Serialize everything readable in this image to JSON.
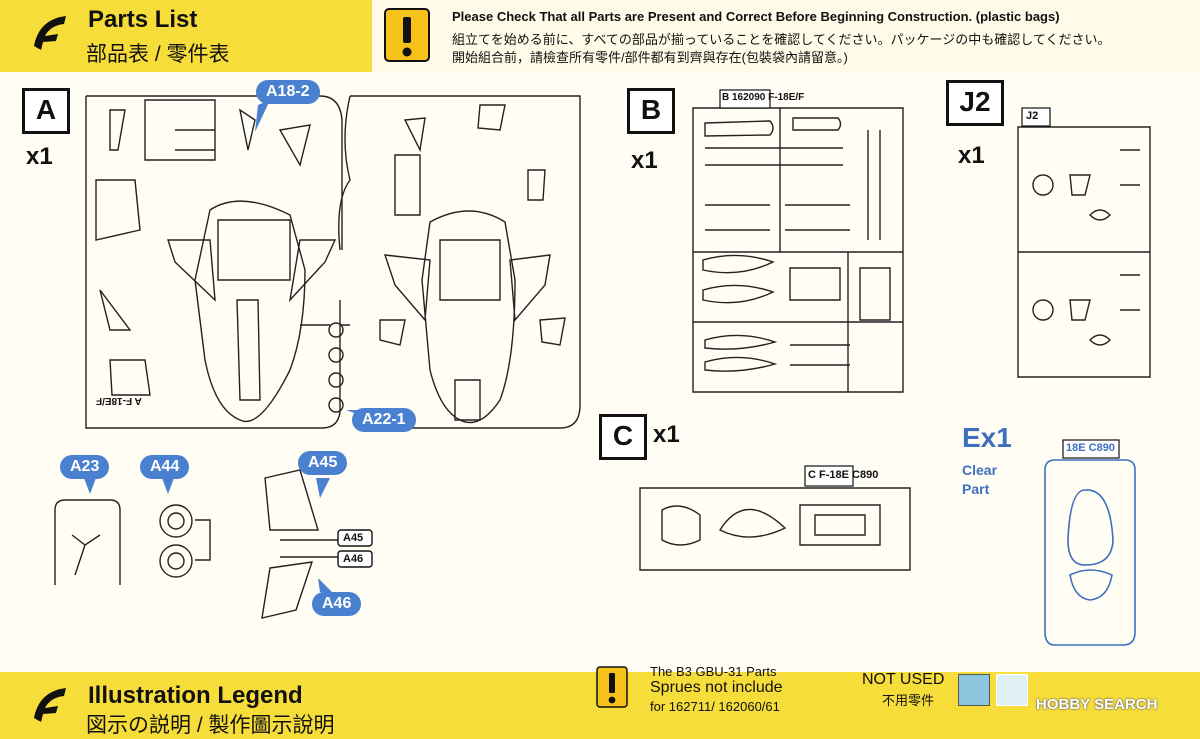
{
  "header": {
    "title": "Parts List",
    "subtitle": "部品表 / 零件表"
  },
  "warning": {
    "line_en": "Please Check That all Parts are Present and Correct Before Beginning Construction. (plastic bags)",
    "line_jp": "組立てを始める前に、すべての部品が揃っていることを確認してください。パッケージの中も確認してください。",
    "line_zh": "開始組合前，請檢查所有零件/部件都有到齊與存在(包裝袋內請留意。)"
  },
  "sprues": {
    "a": {
      "letter": "A",
      "qty": "x1",
      "code": "A F-18E/F"
    },
    "b": {
      "letter": "B",
      "qty": "x1",
      "code": "B 162090 F-18E/F"
    },
    "j2": {
      "letter": "J2",
      "qty": "x1",
      "code": "J2"
    },
    "c": {
      "letter": "C",
      "qty": "x1",
      "code": "C F-18E C890"
    },
    "ex": {
      "title": "Ex1",
      "sub1": "Clear",
      "sub2": "Part",
      "code": "18E C890"
    }
  },
  "callouts": {
    "a18_2": "A18-2",
    "a22_1": "A22-1",
    "a23": "A23",
    "a44": "A44",
    "a45": "A45",
    "a46": "A46",
    "a45_label": "A45",
    "a46_label": "A46"
  },
  "note": {
    "line1": "The B3 GBU-31 Parts",
    "line2": "Sprues not include",
    "line3": "for 162711/ 162060/61"
  },
  "not_used": {
    "line1": "NOT USED",
    "line2": "不用零件",
    "swatch1": "#8dc7df",
    "swatch2": "#dff0f7"
  },
  "legend": {
    "title": "Illustration Legend",
    "subtitle": "図示の説明 / 製作圖示說明"
  },
  "watermark": "HOBBY SEARCH",
  "colors": {
    "yellow": "#f7dd3a",
    "callout_blue": "#4a80d0",
    "clear_blue": "#3f6fbf"
  }
}
